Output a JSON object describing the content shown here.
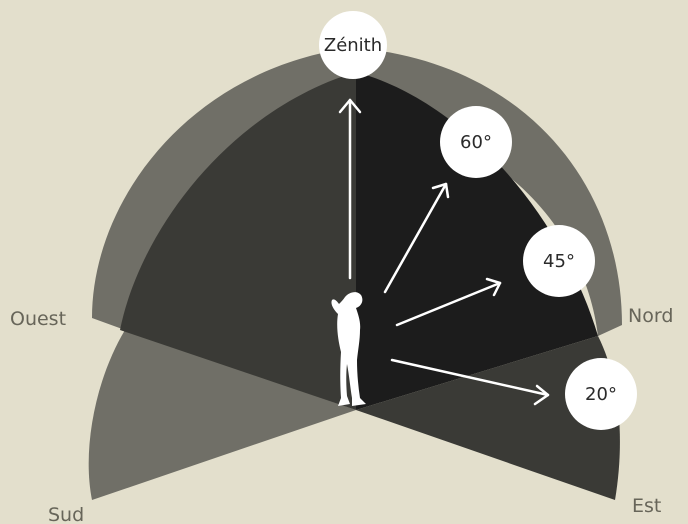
{
  "diagram": {
    "directions": {
      "west": "Ouest",
      "north": "Nord",
      "south": "Sud",
      "east": "Est"
    },
    "angles": {
      "zenith": "Zénith",
      "deg60": "60°",
      "deg45": "45°",
      "deg20": "20°"
    },
    "colors": {
      "background": "#e3dfcc",
      "outer_dome": "#706f67",
      "inner_dome": "#3a3a36",
      "front_quadrant": "#1c1c1c",
      "arrow": "#ffffff",
      "label_circle": "#ffffff"
    },
    "icons": [
      "observer-silhouette-icon"
    ]
  }
}
